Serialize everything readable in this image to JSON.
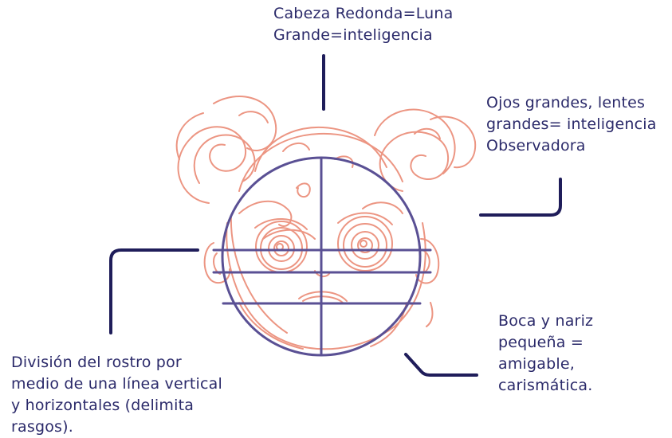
{
  "annotations": {
    "top": "Cabeza Redonda=Luna\nGrande=inteligencia",
    "right": "Ojos grandes, lentes\ngrandes= inteligencia\nObservadora",
    "left": "División del rostro por\nmedio de una línea vertical\ny horizontales (delimita\nrasgos).",
    "bottom_right": "Boca y nariz\npequeña =\namigable,\ncarismática."
  },
  "colors": {
    "text": "#2b2a6a",
    "leader_line": "#1f1d5a",
    "guide_lines": "#5a5094",
    "sketch": "#ea8a75"
  }
}
